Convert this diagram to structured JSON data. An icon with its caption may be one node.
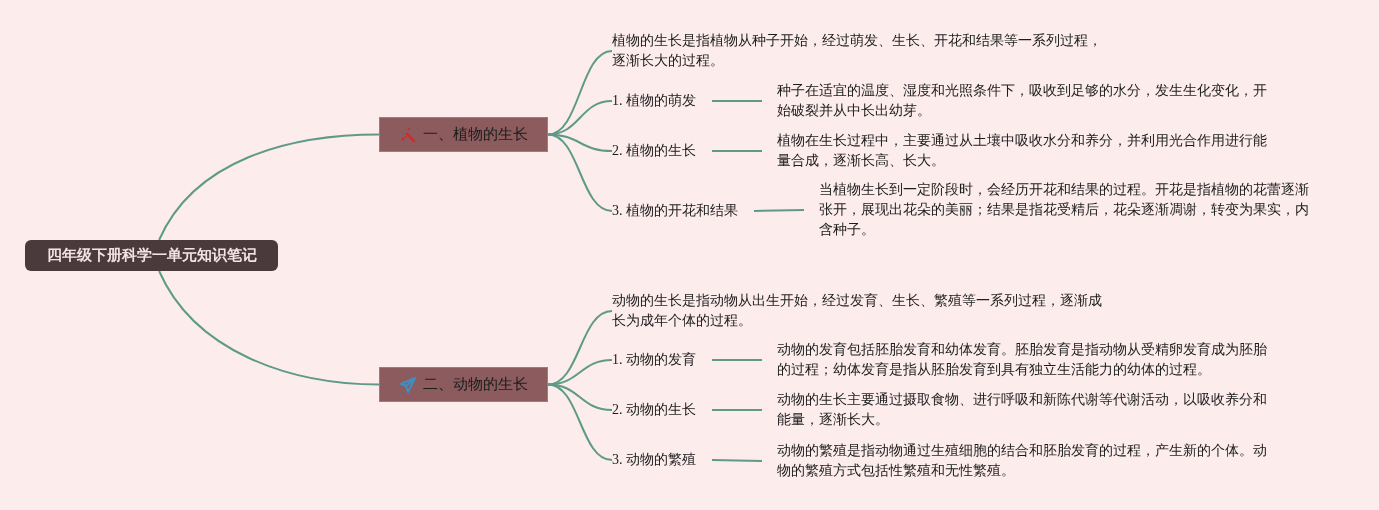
{
  "diagram": {
    "nodes": [
      {
        "text": [
          "四年级下册科学一单元知识笔记"
        ]
      },
      {
        "text": [
          "一、植物的生长"
        ]
      },
      {
        "text": [
          "植物的生长是指植物从种子开始，经过萌发、生长、开花和结果等一系列过程，逐渐长大的过程。"
        ]
      },
      {
        "text": [
          "1. 植物的萌发"
        ]
      },
      {
        "text": [
          "种子在适宜的温度、湿度和光照条件下，吸收到足够的水分，发生生化变化，开始破裂并从中长出幼芽。"
        ]
      },
      {
        "text": [
          "2. 植物的生长"
        ]
      },
      {
        "text": [
          "植物在生长过程中，主要通过从土壤中吸收水分和养分，并利用光合作用进行能量合成，逐渐长高、长大。"
        ]
      },
      {
        "text": [
          "3. 植物的开花和结果"
        ]
      },
      {
        "text": [
          "当植物生长到一定阶段时，会经历开花和结果的过程。开花是指植物的花蕾逐渐张开，展现出花朵的美丽；结果是指花受精后，花朵逐渐凋谢，转变为果实，内含种子。"
        ]
      },
      {
        "text": [
          "二、动物的生长"
        ]
      },
      {
        "text": [
          "动物的生长是指动物从出生开始，经过发育、生长、繁殖等一系列过程，逐渐成长为成年个体的过程。"
        ]
      },
      {
        "text": [
          "1. 动物的发育"
        ]
      },
      {
        "text": [
          "动物的发育包括胚胎发育和幼体发育。胚胎发育是指动物从受精卵发育成为胚胎的过程；幼体发育是指从胚胎发育到具有独立生活能力的幼体的过程。"
        ]
      },
      {
        "text": [
          "2. 动物的生长"
        ]
      },
      {
        "text": [
          "动物的生长主要通过摄取食物、进行呼吸和新陈代谢等代谢活动，以吸收养分和能量，逐渐长大。"
        ]
      },
      {
        "text": [
          "3. 动物的繁殖"
        ]
      },
      {
        "text": [
          "动物的繁殖是指动物通过生殖细胞的结合和胚胎发育的过程，产生新的个体。动物的繁殖方式包括性繁殖和无性繁殖。"
        ]
      }
    ],
    "edges": [
      {
        "from": 0,
        "to": 1,
        "arrow": "none"
      },
      {
        "from": 1,
        "to": 2,
        "arrow": "none"
      },
      {
        "from": 1,
        "to": 3,
        "arrow": "none"
      },
      {
        "from": 3,
        "to": 4,
        "arrow": "none"
      },
      {
        "from": 1,
        "to": 5,
        "arrow": "none"
      },
      {
        "from": 5,
        "to": 6,
        "arrow": "none"
      },
      {
        "from": 1,
        "to": 7,
        "arrow": "none"
      },
      {
        "from": 7,
        "to": 8,
        "arrow": "none"
      },
      {
        "from": 0,
        "to": 9,
        "arrow": "none"
      },
      {
        "from": 9,
        "to": 10,
        "arrow": "none"
      },
      {
        "from": 9,
        "to": 11,
        "arrow": "none"
      },
      {
        "from": 11,
        "to": 12,
        "arrow": "none"
      },
      {
        "from": 9,
        "to": 13,
        "arrow": "none"
      },
      {
        "from": 13,
        "to": 14,
        "arrow": "none"
      },
      {
        "from": 9,
        "to": 15,
        "arrow": "none"
      },
      {
        "from": 15,
        "to": 16,
        "arrow": "none"
      }
    ]
  }
}
